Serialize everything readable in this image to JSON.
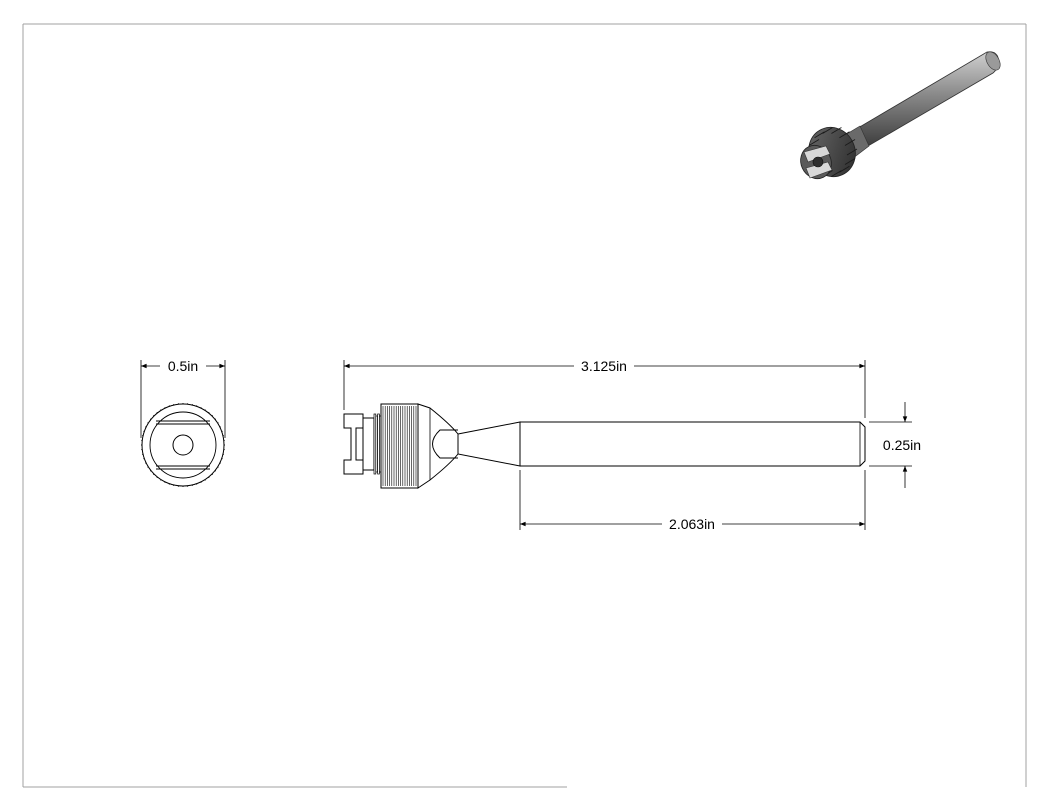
{
  "drawing": {
    "dimensions": {
      "end_view_width": "0.5in",
      "overall_length": "3.125in",
      "shank_length": "2.063in",
      "shank_diameter": "0.25in"
    }
  },
  "colors": {
    "line": "#000000",
    "border": "#a0a0a0",
    "part_fill": "#ffffff",
    "iso_dark": "#3a3a3a",
    "iso_mid": "#7a7a7a",
    "iso_light": "#b5b5b5"
  }
}
